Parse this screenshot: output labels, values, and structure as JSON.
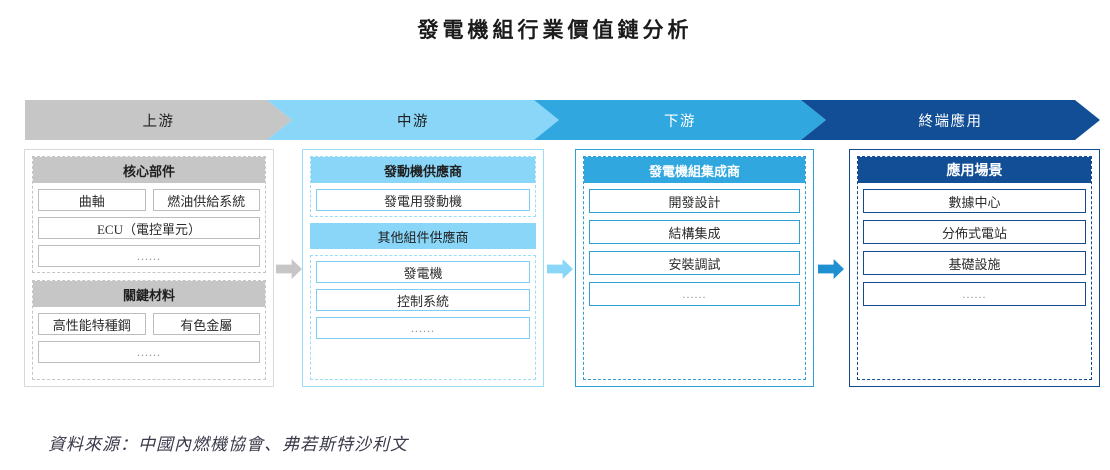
{
  "title": "發電機組行業價值鏈分析",
  "chevrons": [
    {
      "label": "上游",
      "color": "#c6c6c6"
    },
    {
      "label": "中游",
      "color": "#89d6f8"
    },
    {
      "label": "下游",
      "color": "#31a7e0"
    },
    {
      "label": "終端應用",
      "color": "#114e95"
    }
  ],
  "arrows": [
    {
      "name": "arrow-upstream-to-midstream",
      "color": "#c6c6c6"
    },
    {
      "name": "arrow-midstream-to-downstream",
      "color": "#89d6f8"
    },
    {
      "name": "arrow-downstream-to-enduse",
      "color": "#1e8fd0"
    }
  ],
  "columns": [
    {
      "stage": "上游",
      "accent": "#c6c6c6",
      "groups": [
        {
          "header": "核心部件",
          "rows": [
            [
              "曲軸",
              "燃油供給系統"
            ],
            [
              "ECU（電控單元）"
            ],
            [
              "......"
            ]
          ]
        },
        {
          "header": "關鍵材料",
          "rows": [
            [
              "高性能特種鋼",
              "有色金屬"
            ],
            [
              "......"
            ]
          ]
        }
      ]
    },
    {
      "stage": "中游",
      "accent": "#89d6f8",
      "groups": [
        {
          "header": "發動機供應商",
          "rows": [
            [
              "發電用發動機"
            ]
          ]
        },
        {
          "header": "其他組件供應商",
          "rows": [
            [
              "發電機"
            ],
            [
              "控制系統"
            ],
            [
              "......"
            ]
          ]
        }
      ]
    },
    {
      "stage": "下游",
      "accent": "#31a7e0",
      "groups": [
        {
          "header": "發電機組集成商",
          "rows": [
            [
              "開發設計"
            ],
            [
              "結構集成"
            ],
            [
              "安裝調試"
            ],
            [
              "......"
            ]
          ]
        }
      ]
    },
    {
      "stage": "終端應用",
      "accent": "#114e95",
      "groups": [
        {
          "header": "應用場景",
          "rows": [
            [
              "數據中心"
            ],
            [
              "分佈式電站"
            ],
            [
              "基礎設施"
            ],
            [
              "......"
            ]
          ]
        }
      ]
    }
  ],
  "source": "資料來源：中國內燃機協會、弗若斯特沙利文"
}
